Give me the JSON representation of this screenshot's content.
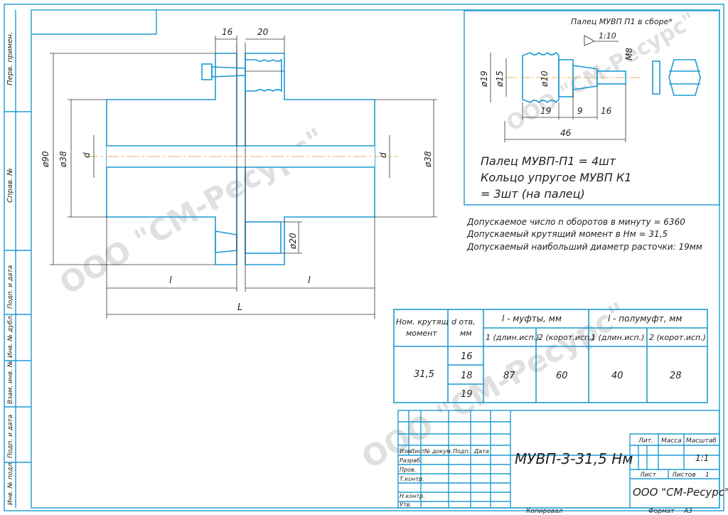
{
  "side_stamps": {
    "perv_primen": "Перв. примен.",
    "sprav_no": "Справ. №",
    "podp_data1": "Подп. и дата",
    "inv_dubl": "Инв. № дубл.",
    "vzam_inv": "Взам. инв. №",
    "podp_data2": "Подп. и дата",
    "inv_podl": "Инв. № подл."
  },
  "dims": {
    "d16": "16",
    "d20": "20",
    "phi90": "ø90",
    "phi38_left": "ø38",
    "d_left": "d",
    "d_right": "d",
    "phi38_right": "ø38",
    "phi20": "ø20",
    "l_left": "l",
    "l_right": "l",
    "L": "L"
  },
  "inset": {
    "title": "Палец МУВП П1 в сборе*",
    "taper": "1:10",
    "m8": "M8",
    "phi19": "ø19",
    "phi15": "ø15",
    "phi10": "ø10",
    "d19": "19",
    "d9": "9",
    "d16": "16",
    "d46": "46",
    "line1": "Палец МУВП-П1 = 4шт",
    "line2": "Кольцо упругое МУВП К1",
    "line3": "= 3шт (на палец)"
  },
  "notes": {
    "n1": "Допускаемое число n оборотов в минуту = 6360",
    "n2": "Допускаемый крутящий момент в Нм = 31,5",
    "n3": "Допускаемый наибольший диаметр расточки: 19мм"
  },
  "spec_table": {
    "h_torque": "Ном. крутящ",
    "h_torque2": "момент",
    "h_d": "d отв,",
    "h_d2": "мм",
    "h_lm": "l - муфты, мм",
    "h_lp": "l - полумуфт, мм",
    "c1": "1 (длин.исп.)",
    "c2": "2 (корот.исп.)",
    "c3": "1 (длин.исп.)",
    "c4": "2 (корот.исп.)",
    "torque": "31,5",
    "d_vals": [
      "16",
      "18",
      "19"
    ],
    "v1": "87",
    "v2": "60",
    "v3": "40",
    "v4": "28"
  },
  "title_block": {
    "designation": "МУВП-3-31,5 Нм",
    "izm": "Изм.",
    "list": "Лист",
    "doc": "№ докум.",
    "podp": "Подп.",
    "data": "Дата",
    "razrab": "Разраб.",
    "prov": "Пров.",
    "tkontr": "Т.контр.",
    "nkontr": "Н.контр.",
    "utv": "Утв.",
    "lit": "Лит.",
    "massa": "Масса",
    "masshtab": "Масштаб",
    "scale": "1:1",
    "list2": "Лист",
    "listov": "Листов",
    "listov_n": "1",
    "company": "ООО \"СМ-Ресурс\"",
    "kopiroval": "Копировал",
    "format": "Формат",
    "format_v": "А3"
  },
  "watermark": {
    "wm1": "ООО \"СМ-Ресурс\"",
    "wm2": "ООО \"СМ-Ресурс\"",
    "wm3": "ООО \"СМ-Ресурс\""
  }
}
